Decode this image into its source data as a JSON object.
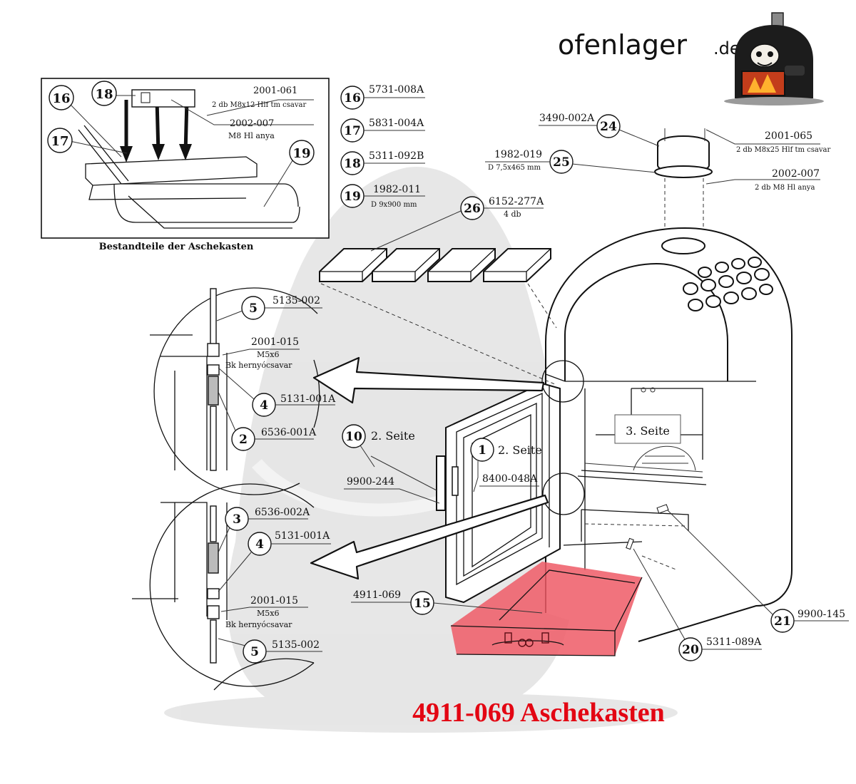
{
  "logo": {
    "name": "ofenlager",
    "tld": ".de",
    "icon": "stove-mascot-icon"
  },
  "inset": {
    "caption": "Bestandteile der Aschekasten",
    "labels": {
      "l2001_061": "2001-061",
      "l2001_061_sub": "2 db M8x12 Hlf tm csavar",
      "l2002_007": "2002-007",
      "l2002_007_sub": "M8 Hl anya"
    }
  },
  "part_list": [
    {
      "num": "16",
      "code": "5731-008A",
      "sub": ""
    },
    {
      "num": "17",
      "code": "5831-004A",
      "sub": ""
    },
    {
      "num": "18",
      "code": "5311-092B",
      "sub": ""
    },
    {
      "num": "19",
      "code": "1982-011",
      "sub": "D 9x900 mm"
    }
  ],
  "callouts": {
    "c16": "16",
    "c17": "17",
    "c18": "18",
    "c19": "19",
    "c24": "24",
    "c25": "25",
    "c26": "26",
    "c5a": "5",
    "c4a": "4",
    "c2": "2",
    "c3": "3",
    "c4b": "4",
    "c5b": "5",
    "c10": "10",
    "c1": "1",
    "c15": "15",
    "c20": "20",
    "c21": "21"
  },
  "labels": {
    "p3490_002A": "3490-002A",
    "p1982_019": "1982-019",
    "p1982_019_sub": "D 7,5x465 mm",
    "p2001_065": "2001-065",
    "p2001_065_sub": "2 db M8x25 Hlf tm csavar",
    "p2002_007": "2002-007",
    "p2002_007_sub": "2 db M8 Hl anya",
    "p6152_277A": "6152-277A",
    "p6152_277A_sub": "4 db",
    "p5135_002_a": "5135-002",
    "p2001_015_a": "2001-015",
    "p2001_015_a_sub1": "M5x6",
    "p2001_015_a_sub2": "Bk hernyócsavar",
    "p5131_001A_a": "5131-001A",
    "p6536_001A": "6536-001A",
    "p6536_002A": "6536-002A",
    "p5131_001A_b": "5131-001A",
    "p2001_015_b": "2001-015",
    "p2001_015_b_sub1": "M5x6",
    "p2001_015_b_sub2": "Bk hernyócsavar",
    "p5135_002_b": "5135-002",
    "seite10": "2. Seite",
    "p9900_244": "9900-244",
    "seite1": "2. Seite",
    "p8400_048A": "8400-048A",
    "seite3": "3. Seite",
    "p4911_069": "4911-069",
    "p5311_089A": "5311-089A",
    "p9900_145": "9900-145"
  },
  "highlight_color": "#ee5a66",
  "title": "4911-069 Aschekasten"
}
